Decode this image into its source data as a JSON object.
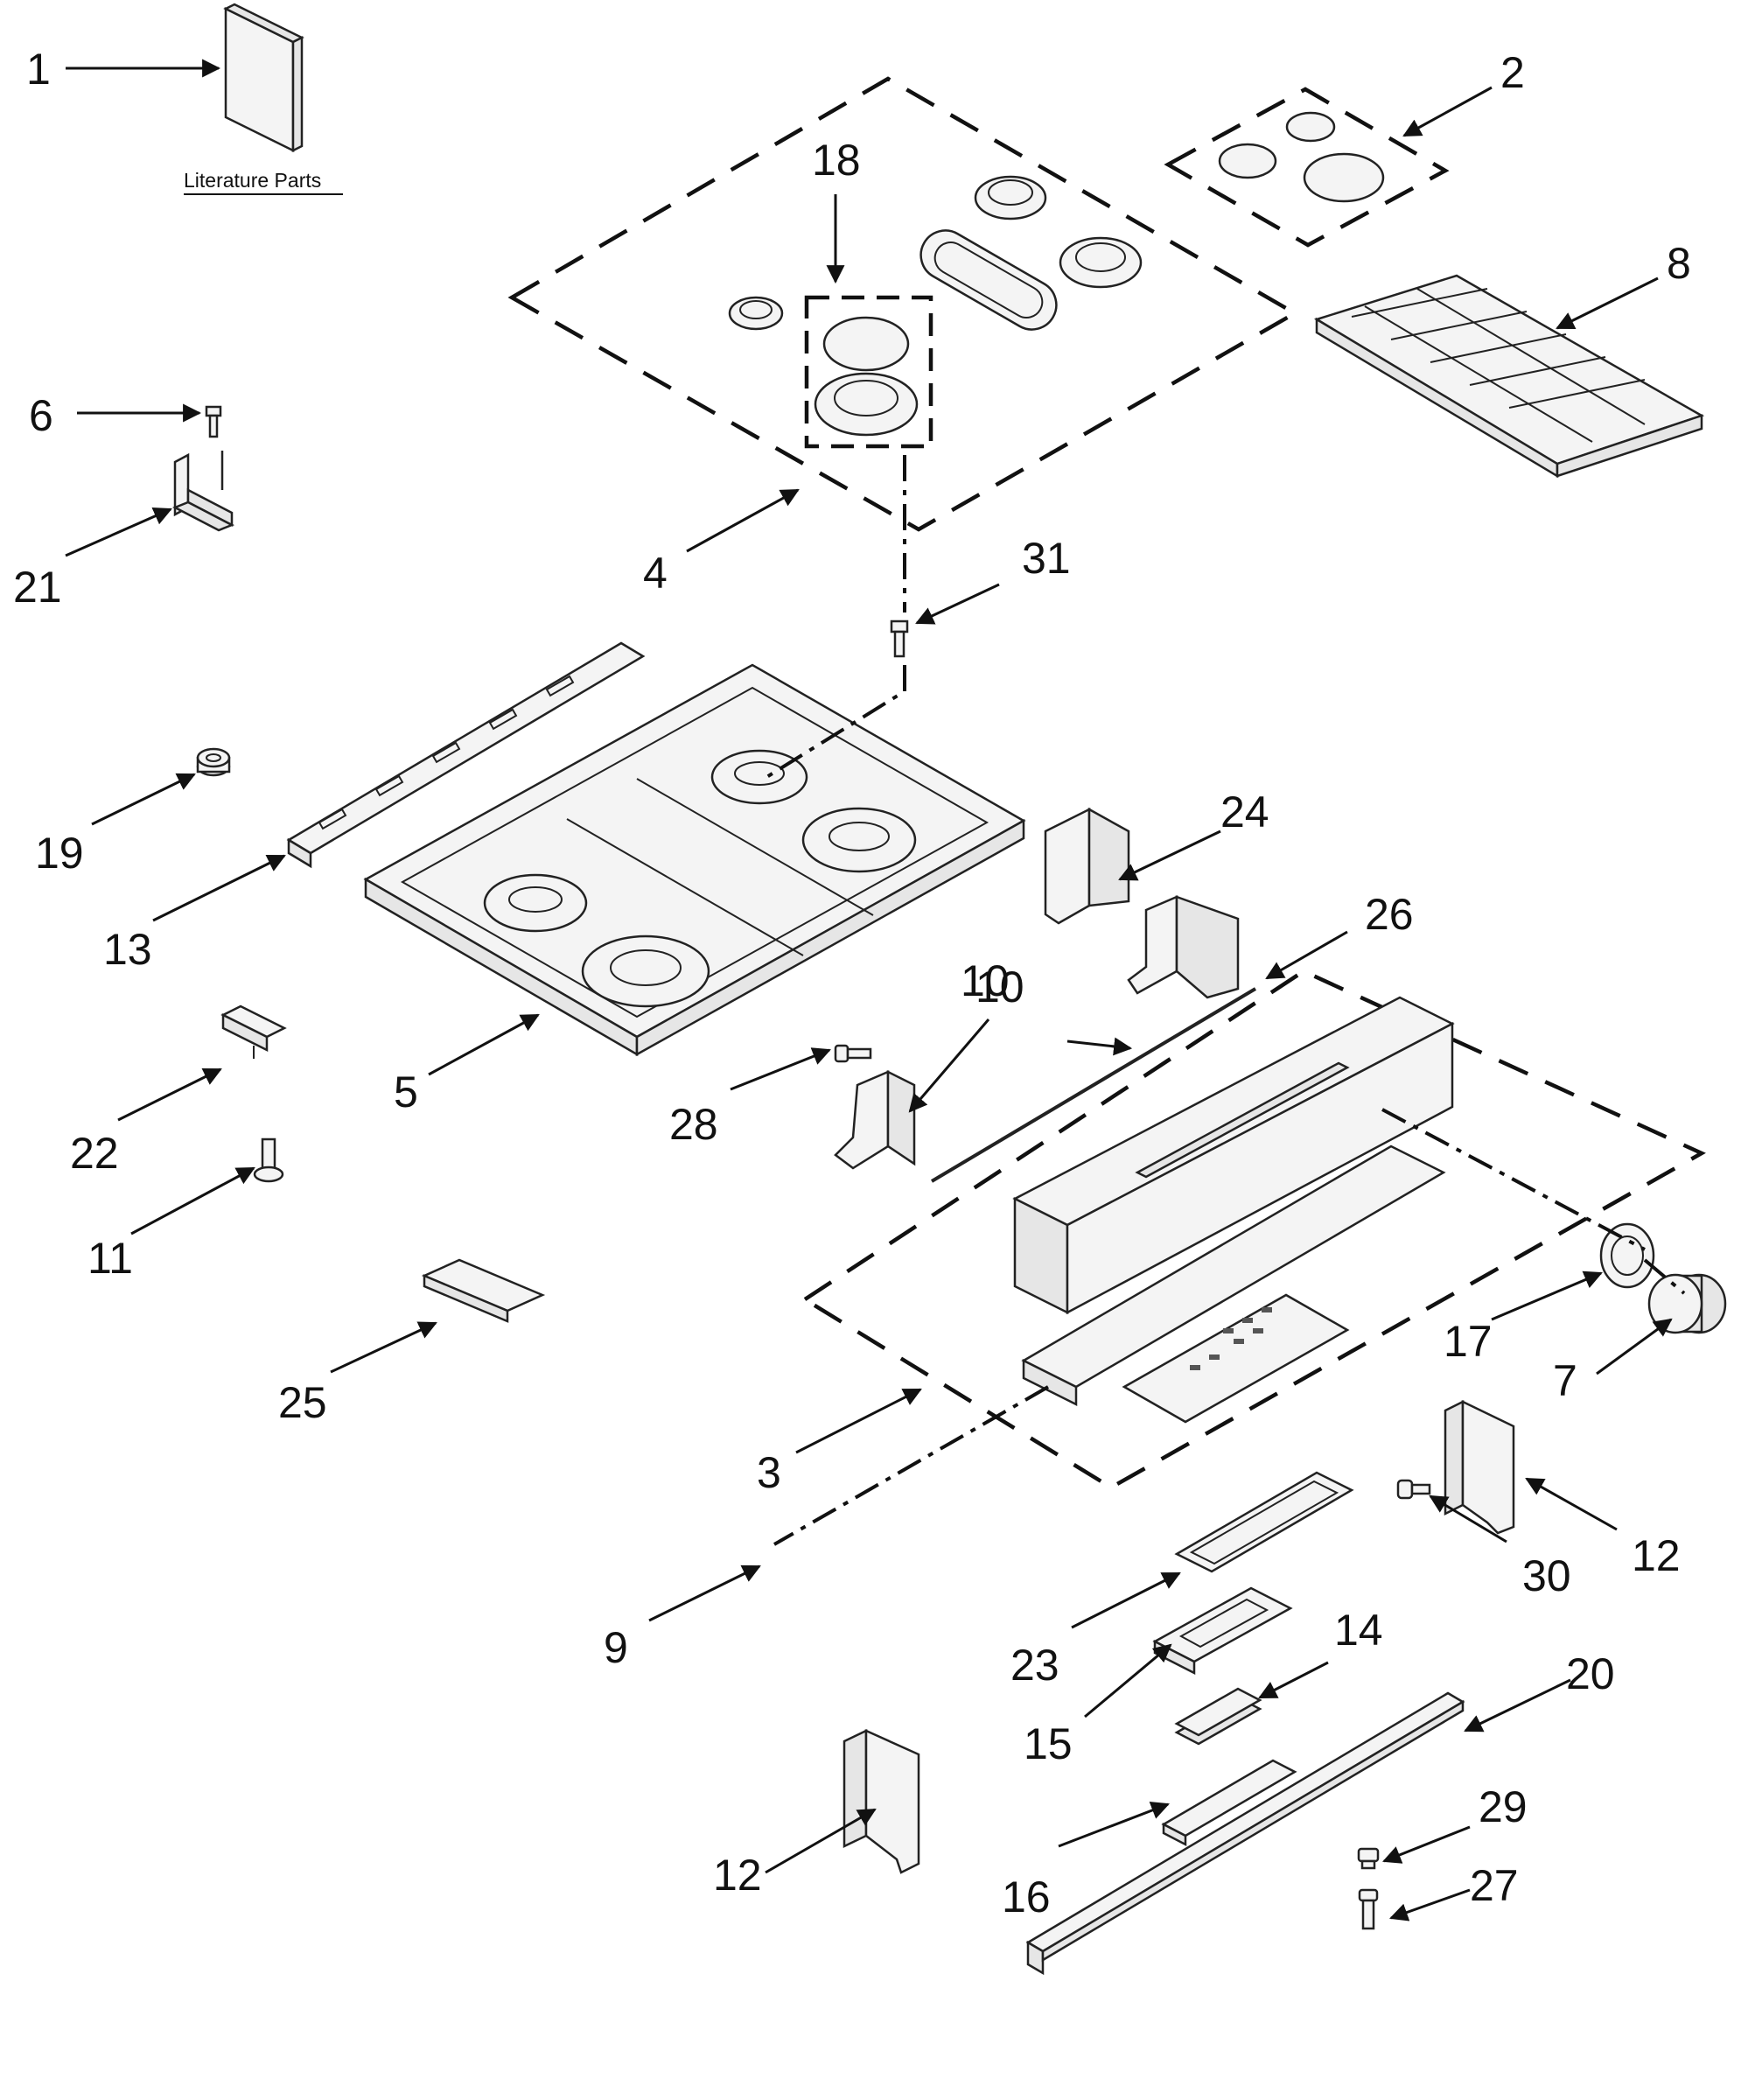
{
  "literature_caption": "Literature Parts",
  "callouts": [
    "1",
    "2",
    "3",
    "4",
    "5",
    "6",
    "7",
    "8",
    "9",
    "10",
    "10",
    "11",
    "12",
    "12",
    "13",
    "14",
    "15",
    "16",
    "17",
    "18",
    "19",
    "20",
    "21",
    "22",
    "23",
    "24",
    "25",
    "26",
    "27",
    "28",
    "29",
    "30",
    "31"
  ]
}
